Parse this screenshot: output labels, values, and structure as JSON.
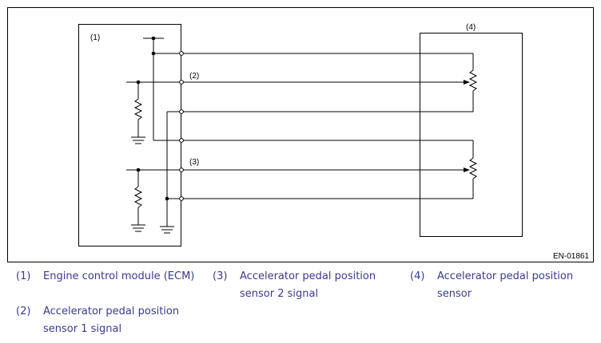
{
  "diagram": {
    "code": "EN-01861",
    "labels": {
      "ecm": "(1)",
      "sensor1_signal": "(2)",
      "sensor2_signal": "(3)",
      "pedal_sensor": "(4)"
    }
  },
  "legend": [
    {
      "num": "(1)",
      "text_lines": [
        "Engine control module (ECM)"
      ]
    },
    {
      "num": "(2)",
      "text_lines": [
        "Accelerator pedal position",
        "sensor 1 signal"
      ]
    },
    {
      "num": "(3)",
      "text_lines": [
        "Accelerator pedal position",
        "sensor 2 signal"
      ]
    },
    {
      "num": "(4)",
      "text_lines": [
        "Accelerator pedal position",
        "sensor"
      ]
    }
  ],
  "colors": {
    "legend_text": "#3a3a8c",
    "line": "#000000"
  }
}
